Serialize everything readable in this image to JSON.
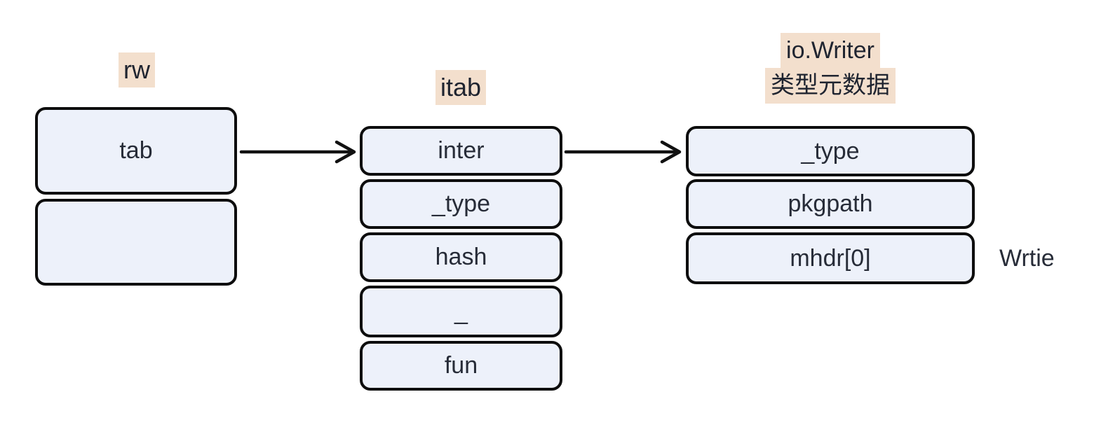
{
  "colors": {
    "background": "#ffffff",
    "box_fill": "#edf1fa",
    "box_border": "#0d0d0d",
    "label_highlight": "#f3dfcd",
    "text": "#272c38",
    "arrow": "#111111"
  },
  "groups": {
    "rw": {
      "label": "rw",
      "boxes": [
        "tab",
        ""
      ]
    },
    "itab": {
      "label": "itab",
      "boxes": [
        "inter",
        "_type",
        "hash",
        "_",
        "fun"
      ]
    },
    "iowriter": {
      "label_line1": "io.Writer",
      "label_line2": "类型元数据",
      "boxes": [
        "_type",
        "pkgpath",
        "mhdr[0]"
      ]
    }
  },
  "annotations": {
    "write_method": "Wrtie"
  },
  "arrows": [
    {
      "from": "rw.tab",
      "to": "itab.inter"
    },
    {
      "from": "itab.inter",
      "to": "iowriter._type"
    }
  ]
}
